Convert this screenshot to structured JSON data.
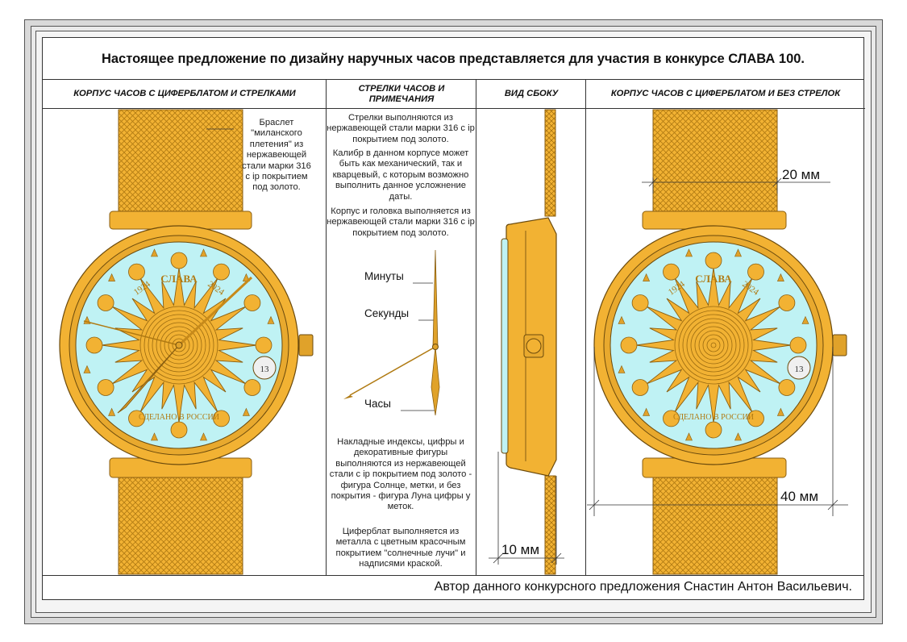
{
  "title": "Настоящее предложение по дизайну наручных часов представляется для участия в конкурсе СЛАВА 100.",
  "headers": {
    "col1": "КОРПУС ЧАСОВ С ЦИФЕРБЛАТОМ И СТРЕЛКАМИ",
    "col2": "СТРЕЛКИ ЧАСОВ И ПРИМЕЧАНИЯ",
    "col3": "ВИД СБОКУ",
    "col4": "КОРПУС ЧАСОВ С ЦИФЕРБЛАТОМ И БЕЗ СТРЕЛОК"
  },
  "bracelet_note": "Браслет \"миланского плетения\" из нержавеющей стали марки 316 с ip покрытием под золото.",
  "notes": {
    "hands": "Стрелки выполняются из нержавеющей стали марки 316 с ip покрытием под золото.",
    "caliber": "Калибр в данном корпусе может быть как механический, так и кварцевый, с которым возможно выполнить данное усложнение даты.",
    "case": "Корпус и головка выполняется из нержавеющей стали марки 316 с ip покрытием под золото.",
    "indices": "Накладные индексы, цифры и декоративные фигуры выполняются из нержавеющей стали с ip покрытием под золото - фигура Солнце, метки, и без покрытия - фигура Луна цифры у меток.",
    "dial": "Циферблат выполняется из металла с цветным красочным покрытием \"солнечные лучи\" и надписями краской."
  },
  "hand_labels": {
    "minutes": "Минуты",
    "seconds": "Секунды",
    "hours": "Часы"
  },
  "dimensions": {
    "strap_width": "20 мм",
    "case_diameter": "40 мм",
    "thickness": "10 мм"
  },
  "dial_text": {
    "brand": "СЛАВА",
    "year_left": "1924",
    "year_right": "2024",
    "made_in": "СДЕЛАНО В РОССИИ",
    "date": "13"
  },
  "footer": "Автор данного конкурсного предложения Снастин Антон Васильевич.",
  "colors": {
    "gold": "#F2B233",
    "gold_dark": "#B07A12",
    "dial": "#BFF2F4",
    "frame_gray": "#D6D6D6"
  }
}
